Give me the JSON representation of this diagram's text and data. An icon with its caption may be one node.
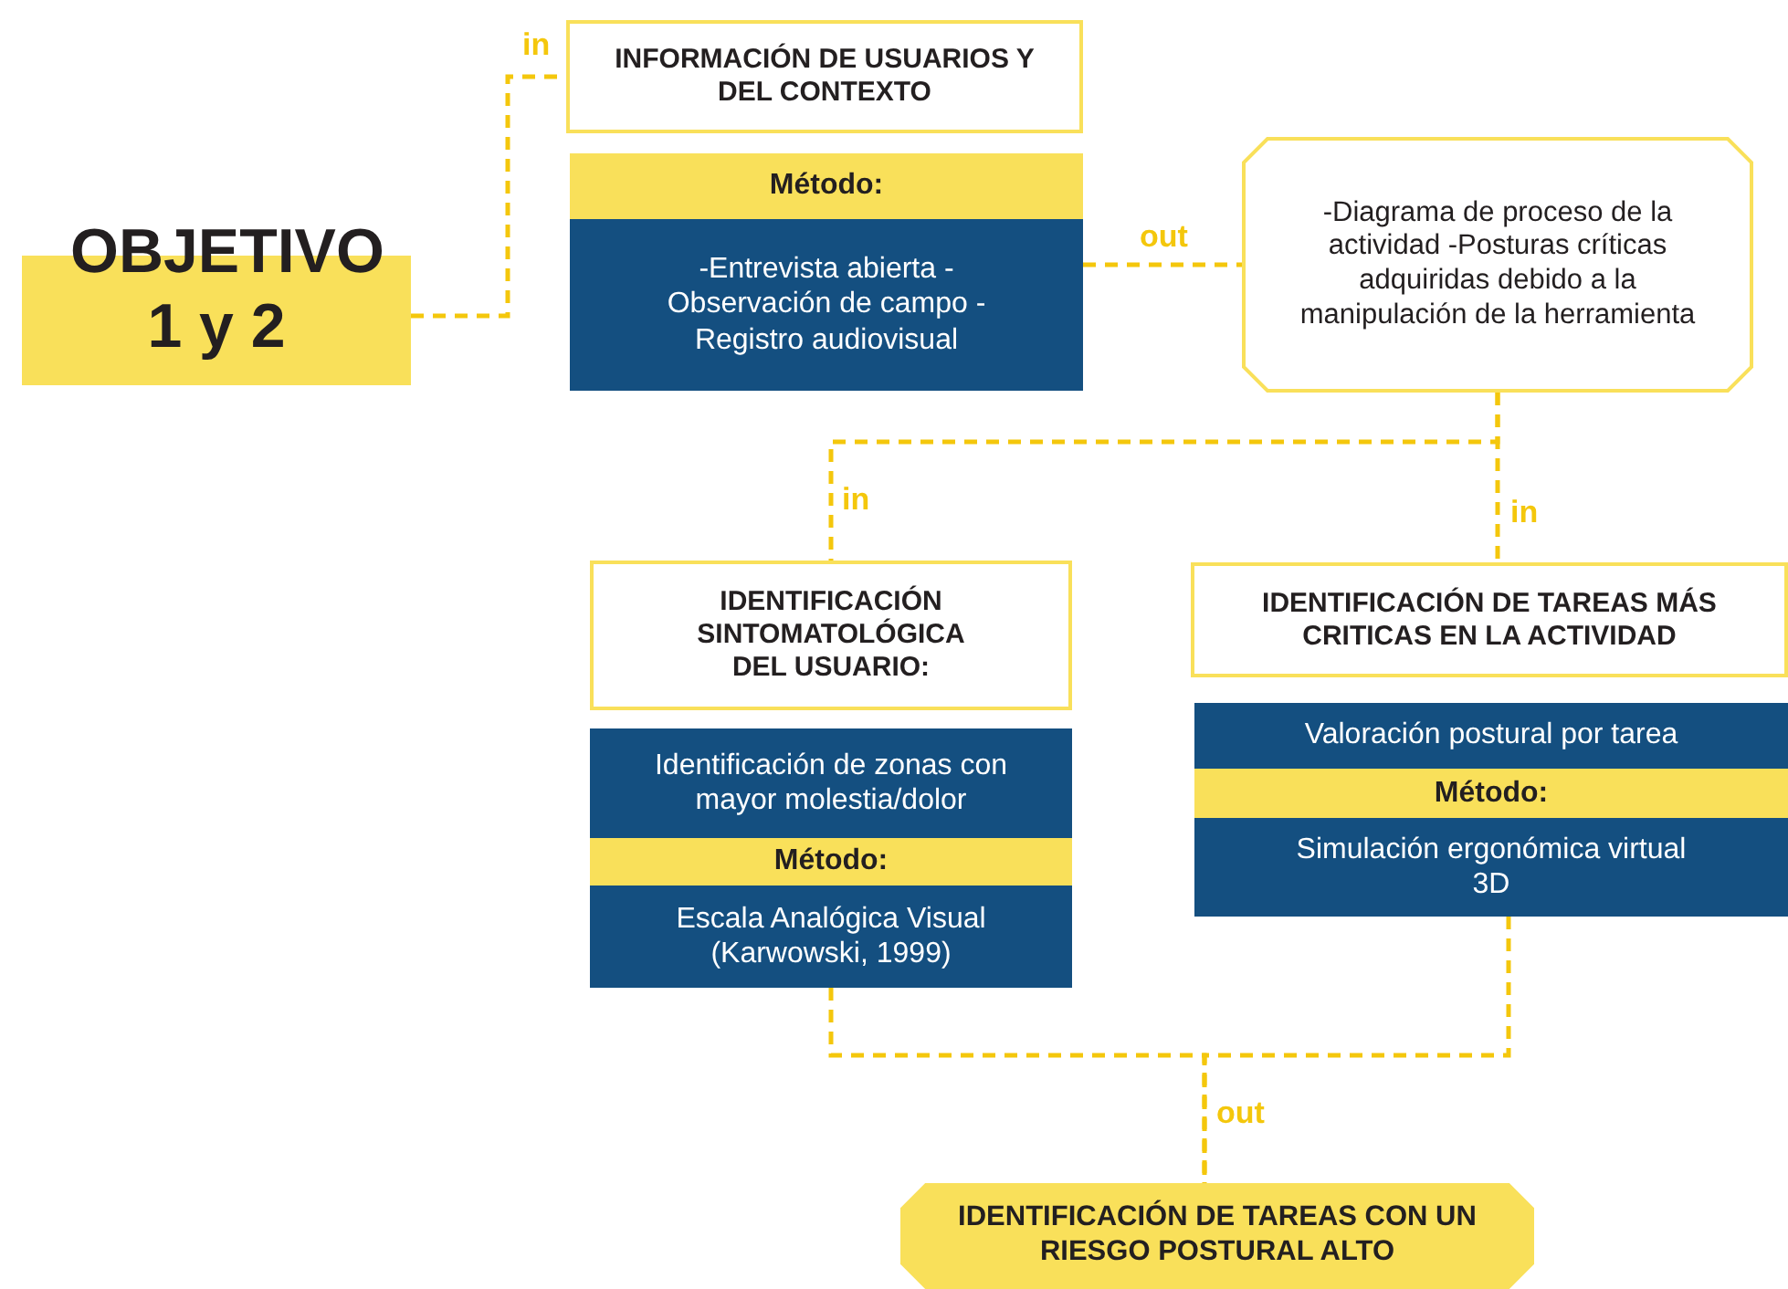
{
  "diagram": {
    "nodes": [
      {
        "text": [
          "OBJETIVO 1 y 2"
        ]
      },
      {
        "text": [
          "INFORMACIÓN DE USUARIOS Y DEL CONTEXTO"
        ]
      },
      {
        "text": [
          "Método:"
        ]
      },
      {
        "text": [
          "-Entrevista abierta -Observación de campo -Registro audiovisual"
        ]
      },
      {
        "text": [
          "-Diagrama de proceso de la actividad -Posturas críticas adquiridas debido a la manipulación de la herramienta"
        ]
      },
      {
        "text": [
          "IDENTIFICACIÓN SINTOMATOLÓGICA DEL USUARIO:"
        ]
      },
      {
        "text": [
          "Identificación de zonas con mayor molestia/dolor"
        ]
      },
      {
        "text": [
          "Método:"
        ]
      },
      {
        "text": [
          "Escala Analógica Visual (Karwowski, 1999)"
        ]
      },
      {
        "text": [
          "IDENTIFICACIÓN DE TAREAS MÁS CRITICAS EN LA ACTIVIDAD"
        ]
      },
      {
        "text": [
          "Valoración postural por tarea"
        ]
      },
      {
        "text": [
          "Método:"
        ]
      },
      {
        "text": [
          "Simulación ergonómica virtual 3D"
        ]
      },
      {
        "text": [
          "IDENTIFICACIÓN DE TAREAS CON UN RIESGO POSTURAL ALTO"
        ]
      }
    ],
    "edges": [
      {
        "from": 0,
        "to": 1,
        "arrow": "none",
        "label": "in",
        "style": "dashed"
      },
      {
        "from": 3,
        "to": 4,
        "arrow": "none",
        "label": "out",
        "style": "dashed"
      },
      {
        "from": 4,
        "to": 5,
        "arrow": "none",
        "label": "in",
        "style": "dashed"
      },
      {
        "from": 4,
        "to": 9,
        "arrow": "none",
        "label": "in",
        "style": "dashed"
      },
      {
        "from": 8,
        "to": 13,
        "arrow": "none",
        "label": "out",
        "style": "dashed"
      },
      {
        "from": 12,
        "to": 13,
        "arrow": "none",
        "style": "dashed"
      }
    ]
  }
}
